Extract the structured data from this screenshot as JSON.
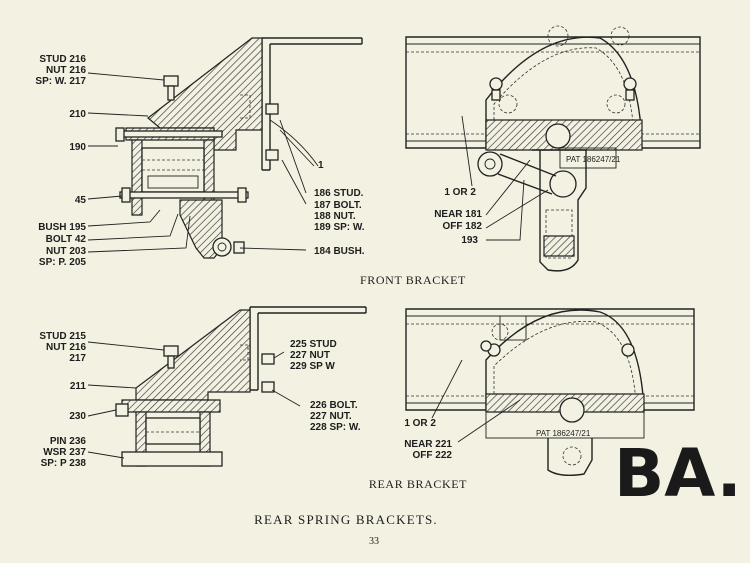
{
  "front_bracket": {
    "caption": "FRONT BRACKET",
    "pat_label": "PAT 186247/21",
    "left_labels": [
      {
        "text": "STUD  216"
      },
      {
        "text": "NUT  216"
      },
      {
        "text": "SP: W.  217"
      },
      {
        "text": "210"
      },
      {
        "text": "190"
      },
      {
        "text": "45"
      },
      {
        "text": "BUSH  195"
      },
      {
        "text": "BOLT  42"
      },
      {
        "text": "NUT  203"
      },
      {
        "text": "SP: P.  205"
      }
    ],
    "right_labels": [
      {
        "text": "186  STUD."
      },
      {
        "text": "187  BOLT."
      },
      {
        "text": "188  NUT."
      },
      {
        "text": "189  SP: W."
      },
      {
        "text": "184  BUSH."
      },
      {
        "text": "1"
      }
    ],
    "side_labels": [
      {
        "text": "1  OR  2"
      },
      {
        "text": "NEAR  181"
      },
      {
        "text": "OFF  182"
      },
      {
        "text": "193"
      }
    ]
  },
  "rear_bracket": {
    "caption": "REAR BRACKET",
    "pat_label": "PAT 186247/21",
    "left_labels": [
      {
        "text": "STUD  215"
      },
      {
        "text": "NUT  216"
      },
      {
        "text": "217"
      },
      {
        "text": "211"
      },
      {
        "text": "230"
      },
      {
        "text": "PIN  236"
      },
      {
        "text": "WSR  237"
      },
      {
        "text": "SP: P  238"
      }
    ],
    "right_labels": [
      {
        "text": "225  STUD"
      },
      {
        "text": "227  NUT"
      },
      {
        "text": "229  SP  W"
      },
      {
        "text": "226  BOLT."
      },
      {
        "text": "227  NUT."
      },
      {
        "text": "228  SP: W."
      }
    ],
    "side_labels": [
      {
        "text": "1  OR  2"
      },
      {
        "text": "NEAR  221"
      },
      {
        "text": "OFF  222"
      }
    ]
  },
  "page_title": "REAR  SPRING  BRACKETS.",
  "page_number": "33",
  "section_mark": "BA."
}
